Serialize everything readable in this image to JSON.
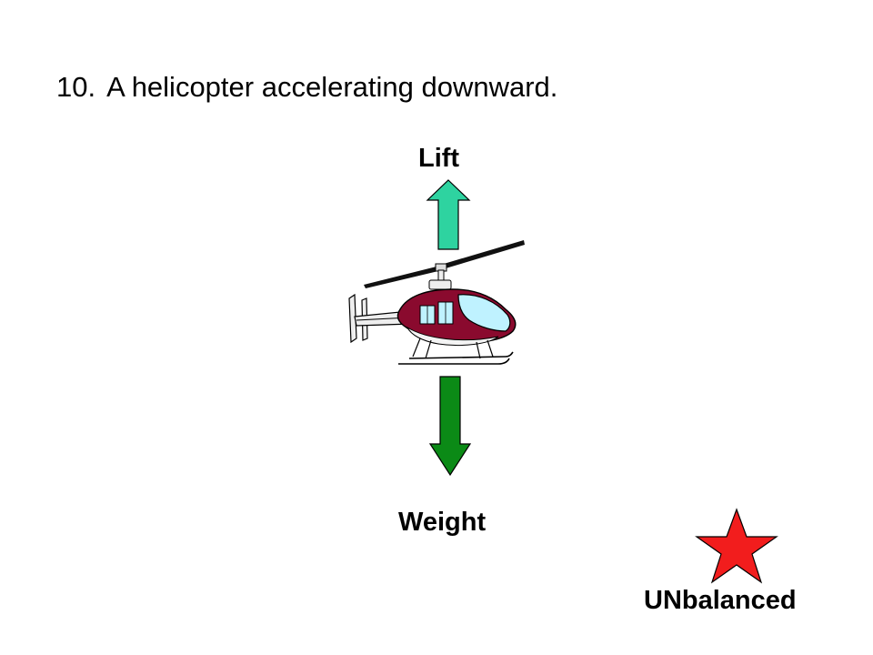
{
  "slide": {
    "item_number": "10.",
    "question": "A helicopter accelerating downward."
  },
  "forces": {
    "lift_label": "Lift",
    "weight_label": "Weight"
  },
  "result": {
    "label": "UNbalanced"
  },
  "colors": {
    "lift_arrow": "#2ed3a0",
    "weight_arrow": "#0b8a16",
    "star": "#f21d1d",
    "helicopter_body": "#8a0a2e",
    "helicopter_window": "#bff2ff"
  },
  "icons": {
    "helicopter": "helicopter-icon",
    "star": "star-icon"
  }
}
